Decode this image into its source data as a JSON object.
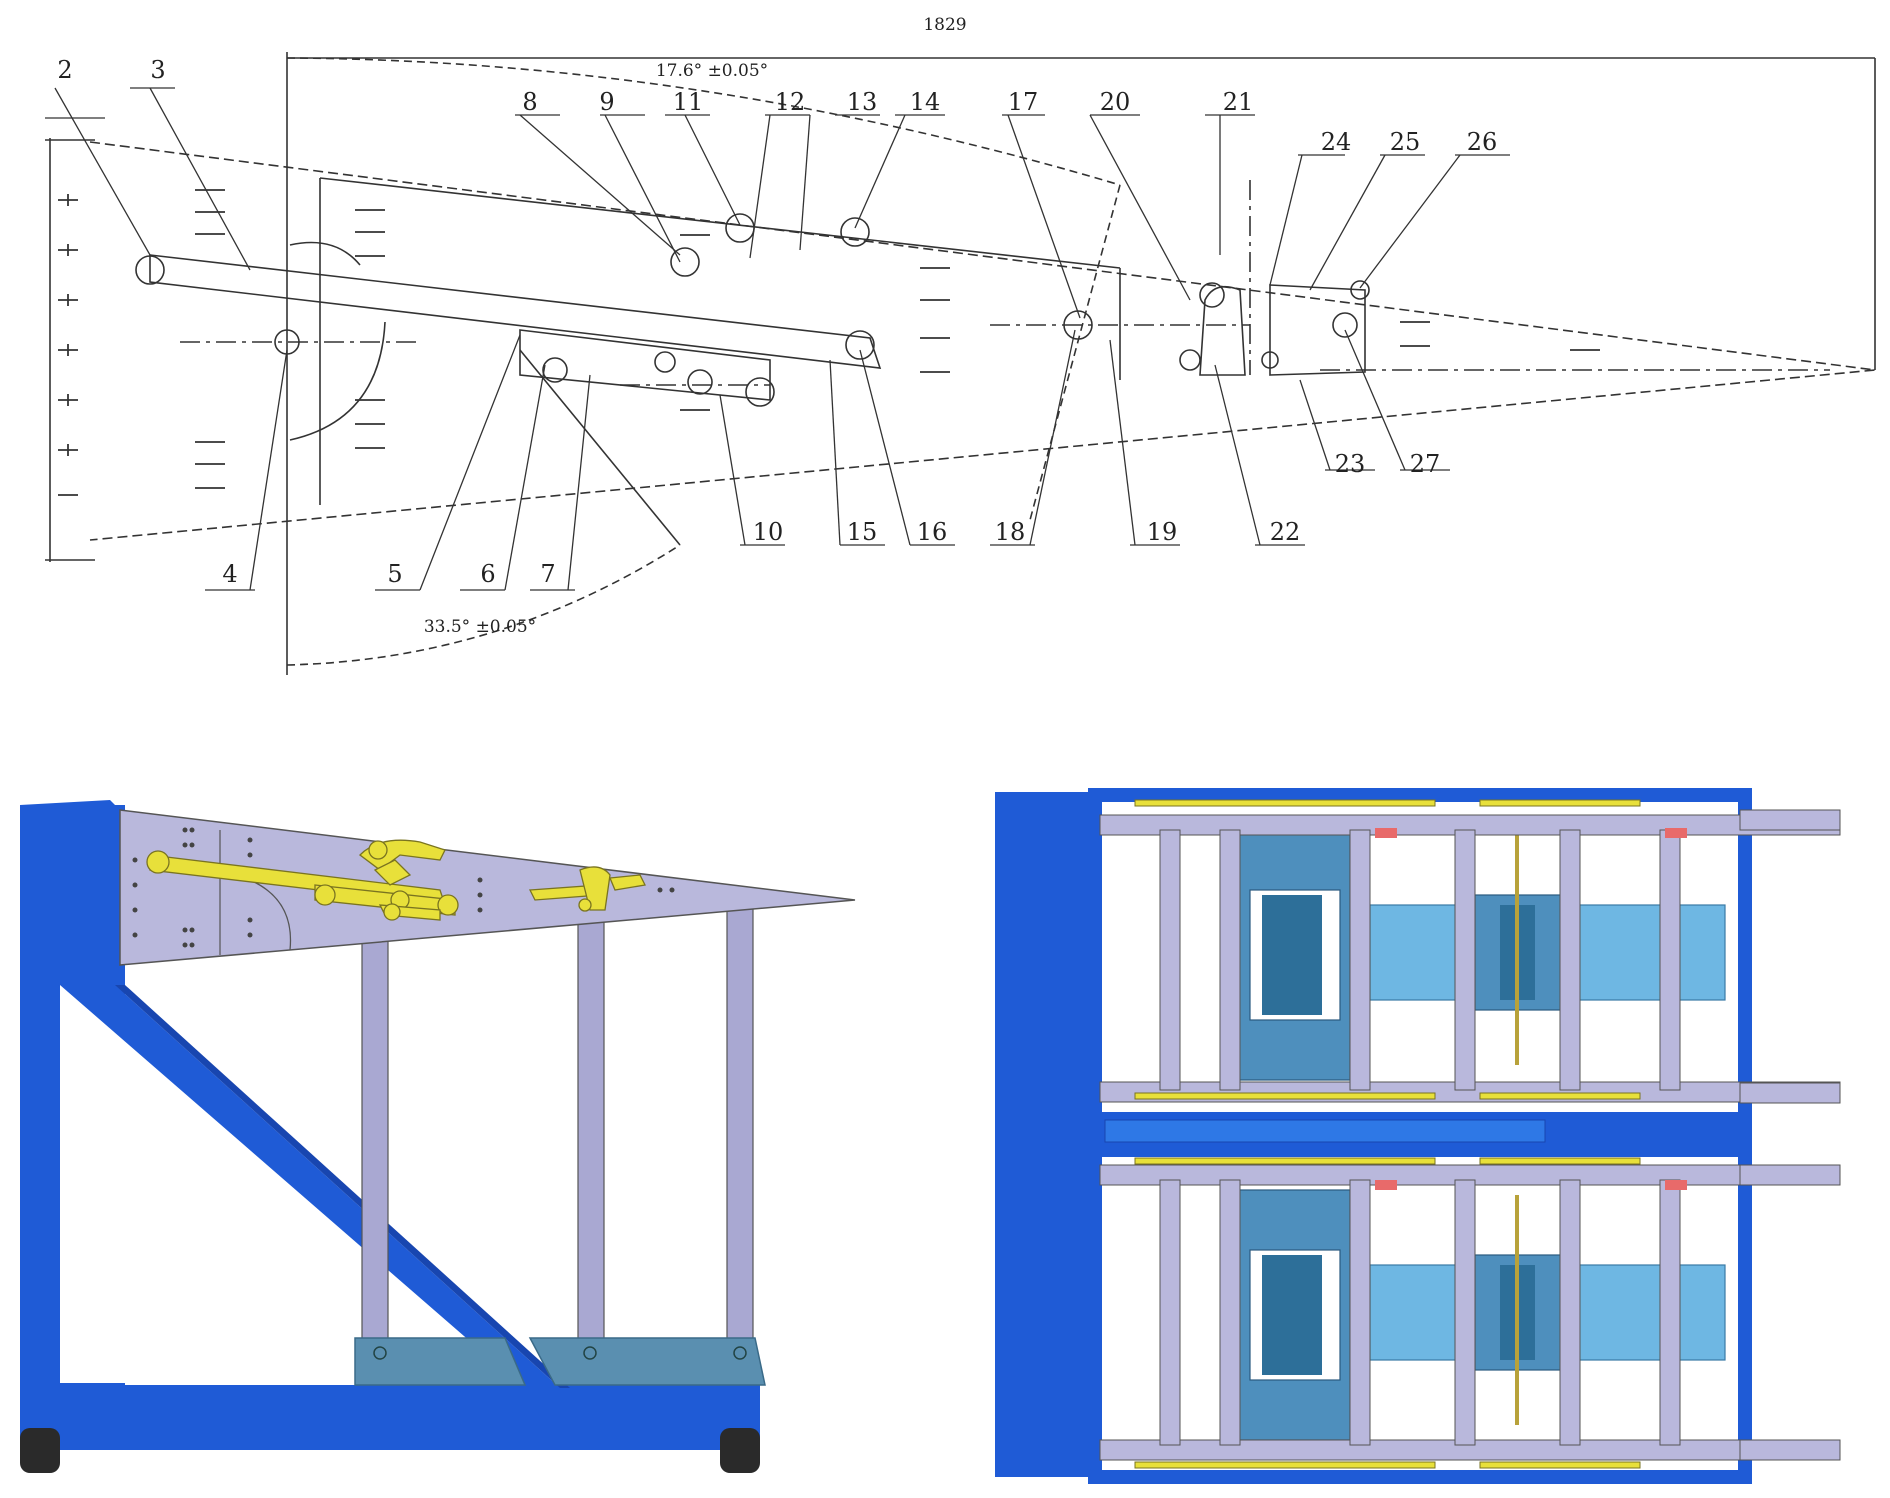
{
  "drawing": {
    "figure_code": "1829",
    "angle_top": "17.6° ±0.05°",
    "angle_bottom": "33.5° ±0.05°",
    "callouts": {
      "top": [
        "2",
        "3",
        "8",
        "9",
        "11",
        "12",
        "13",
        "14",
        "17",
        "20",
        "21",
        "24",
        "25",
        "26"
      ],
      "bottom": [
        "4",
        "5",
        "6",
        "7",
        "10",
        "15",
        "16",
        "18",
        "19",
        "22",
        "23",
        "27"
      ]
    }
  },
  "colors": {
    "frame_blue": "#1f5bd6",
    "frame_dark": "#1846b0",
    "plate_lavender": "#b9b8dc",
    "post_lavender": "#a9a8d2",
    "mount_teal": "#5a8fb0",
    "linkage_yellow": "#e8e03a",
    "wheel": "#2a2a2a",
    "slab_blue": "#4aa0d8",
    "block_teal": "#2d6f99"
  }
}
